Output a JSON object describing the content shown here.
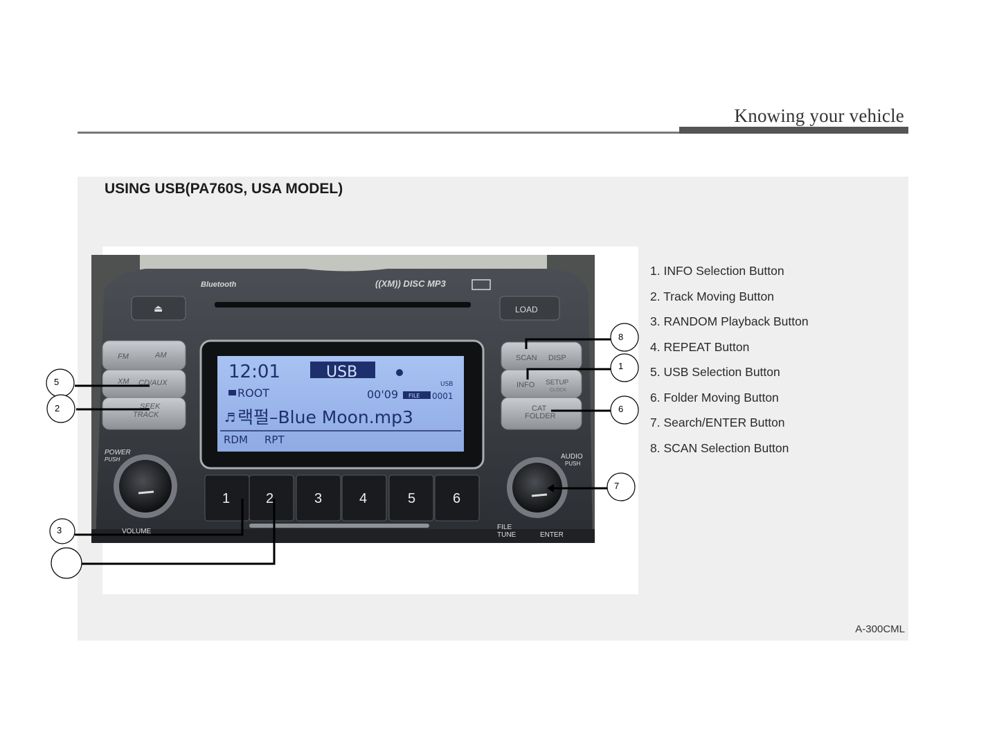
{
  "header": {
    "section": "Knowing your vehicle"
  },
  "section": {
    "title": "USING USB(PA760S, USA MODEL)"
  },
  "figure": {
    "code": "A-300CML"
  },
  "legend": [
    "1. INFO Selection Button",
    "2. Track Moving Button",
    "3. RANDOM Playback Button",
    "4. REPEAT Button",
    "5. USB Selection Button",
    "6. Folder Moving Button",
    "7. Search/ENTER Button",
    "8. SCAN Selection Button"
  ],
  "callouts": {
    "c1": "1",
    "c2": "2",
    "c3": "3",
    "c5": "5",
    "c6": "6",
    "c7": "7",
    "c8": "8"
  },
  "radio": {
    "bluetooth_logo": "Bluetooth",
    "media_logos": "((XM)) DISC MP3",
    "eject_glyph": "⏏",
    "load": "LOAD",
    "fm": "FM",
    "am": "AM",
    "xm": "XM",
    "cd_aux": "CD/AUX",
    "seek": "SEEK",
    "track": "TRACK",
    "scan": "SCAN",
    "disp": "DISP",
    "info": "INFO",
    "setup": "SETUP",
    "clock": "CLOCK",
    "cat": "CAT",
    "folder": "FOLDER",
    "power": "POWER",
    "push": "PUSH",
    "volume": "VOLUME",
    "audio": "AUDIO",
    "audio_push": "PUSH",
    "file": "FILE",
    "tune": "TUNE",
    "enter": "ENTER",
    "presets": [
      "1",
      "2",
      "3",
      "4",
      "5",
      "6"
    ]
  },
  "lcd": {
    "time": "12:01",
    "mode": "USB",
    "source_tag": "USB",
    "folder": "ROOT",
    "elapsed": "00'09",
    "file_badge": "FILE",
    "file_number": "0001",
    "track": "랙펄–Blue Moon.mp3",
    "rdm": "RDM",
    "rpt": "RPT"
  },
  "colors": {
    "lcd_bg": "#9db8ec",
    "lcd_text": "#1e2f6e",
    "panel": "#efefef"
  }
}
